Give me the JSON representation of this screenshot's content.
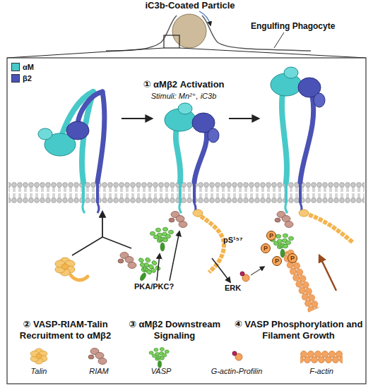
{
  "diagram": {
    "nodes": [
      {
        "text": [
          "P"
        ]
      },
      {
        "text": [
          "P"
        ]
      },
      {
        "text": [
          "P"
        ]
      },
      {
        "text": [
          "P"
        ]
      }
    ],
    "labels": [
      "iC3b-Coated Particle",
      "Engulfing Phagocyte",
      "① αMβ2 Activation",
      "Stimuli: Mn²⁺, iC3b",
      "② VASP-RIAM-Talin Recruitment to αMβ2",
      "③ αMβ2 Downstream Signaling",
      "④ VASP Phosphorylation and Filament Growth",
      "PKA/PKC?",
      "ERK",
      "pS¹⁵⁷"
    ],
    "legend": [
      {
        "text": "αM",
        "color": "#48c9c9"
      },
      {
        "text": "β2",
        "color": "#4a52b5"
      },
      {
        "text": "Talin"
      },
      {
        "text": "RIAM"
      },
      {
        "text": "VASP"
      },
      {
        "text": "G-actin-Profilin"
      },
      {
        "text": "F-actin"
      }
    ]
  }
}
